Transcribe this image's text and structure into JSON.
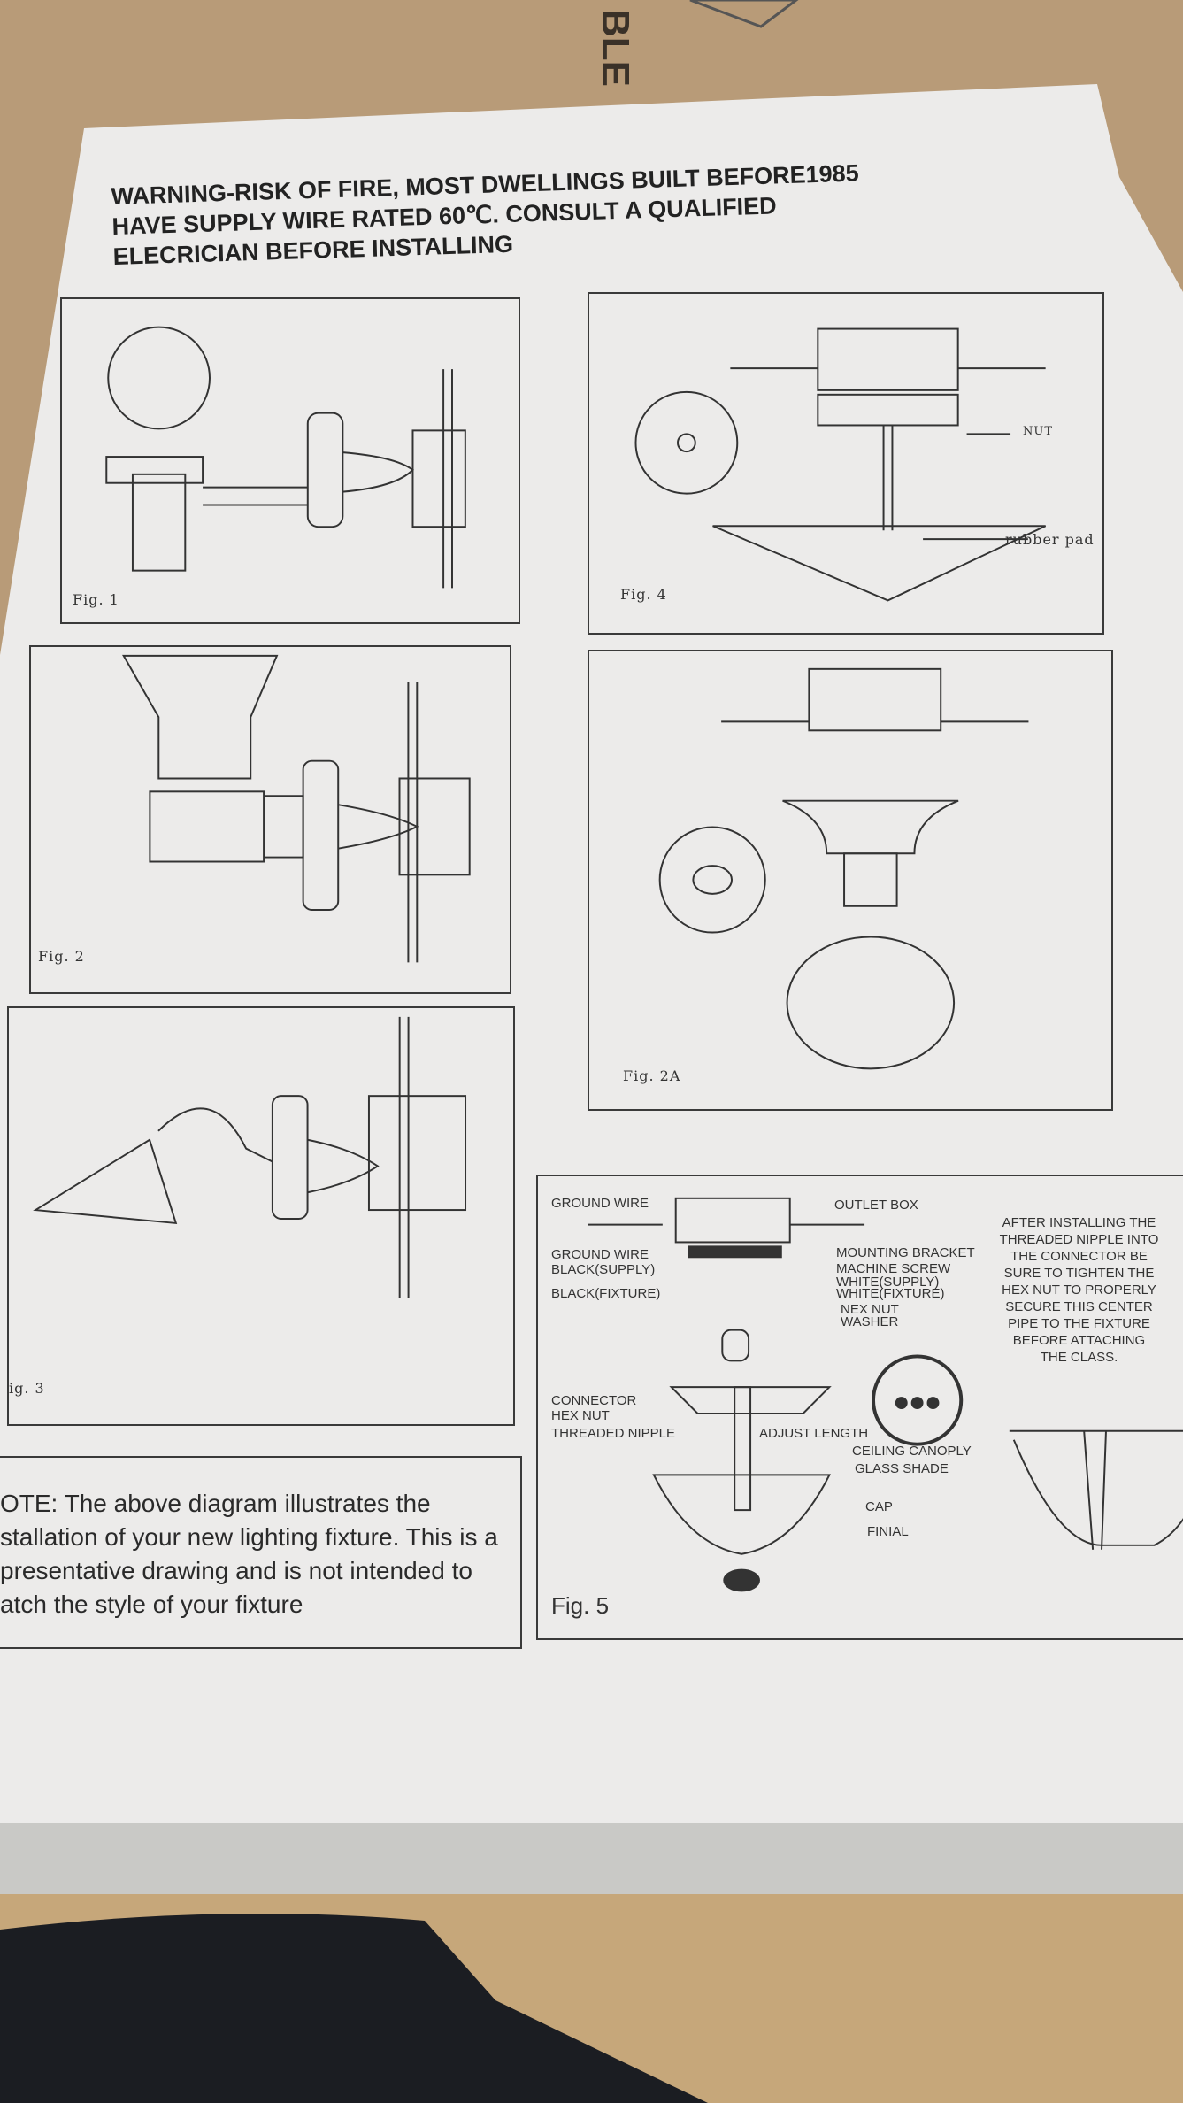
{
  "background_box_text": "BLE",
  "warning": {
    "line1": "WARNING-RISK OF FIRE, MOST DWELLINGS BUILT BEFORE1985",
    "line2": "HAVE SUPPLY WIRE RATED 60℃. CONSULT A QUALIFIED",
    "line3": "ELECRICIAN BEFORE INSTALLING"
  },
  "figures": {
    "fig1": "Fig. 1",
    "fig2": "Fig. 2",
    "fig2a": "Fig. 2A",
    "fig3": "ig. 3",
    "fig4": "Fig. 4",
    "fig4_labels": {
      "nut": "NUT",
      "rubber_pad": "rubber pad"
    },
    "fig5": "Fig. 5"
  },
  "fig5_labels": {
    "ground_wire_top": "GROUND WIRE",
    "outlet_box": "OUTLET BOX",
    "mounting_bracket": "MOUNTING BRACKET",
    "ground_wire": "GROUND WIRE",
    "black_supply": "BLACK(SUPPLY)",
    "machine_screw": "MACHINE SCREW",
    "white_supply": "WHITE(SUPPLY)",
    "black_fixture": "BLACK(FIXTURE)",
    "white_fixture": "WHITE(FIXTURE)",
    "nex_nut": "NEX NUT",
    "washer": "WASHER",
    "connector": "CONNECTOR",
    "hex_nut": "HEX NUT",
    "threaded_nipple": "THREADED NIPPLE",
    "adjust_length": "ADJUST LENGTH",
    "ceiling_canopy": "CEILING CANOPLY",
    "glass_shade": "GLASS SHADE",
    "cap": "CAP",
    "finial": "FINIAL"
  },
  "fig5_note": [
    "AFTER INSTALLING THE",
    "THREADED NIPPLE INTO",
    "THE CONNECTOR BE",
    "SURE TO TIGHTEN THE",
    "HEX NUT TO PROPERLY",
    "SECURE THIS CENTER",
    "PIPE TO THE FIXTURE",
    "BEFORE ATTACHING",
    "THE CLASS."
  ],
  "note": {
    "line1": "OTE: The above diagram illustrates the",
    "line2": "stallation of your new lighting fixture. This is a",
    "line3": "presentative drawing and is not intended to",
    "line4": "atch the style of your fixture"
  }
}
